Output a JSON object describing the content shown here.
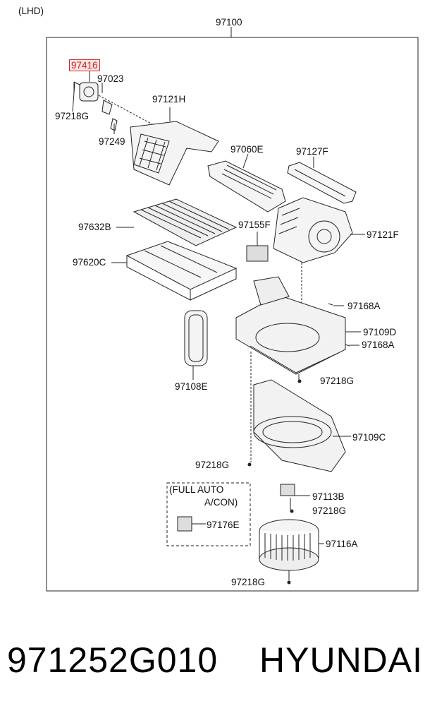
{
  "diagram": {
    "variant_tag": "(LHD)",
    "assembly_number": "97100",
    "highlighted_part": "97416",
    "part_labels": {
      "p97023": "97023",
      "p97218g_a": "97218G",
      "p97249": "97249",
      "p97121h": "97121H",
      "p97060e": "97060E",
      "p97127f": "97127F",
      "p97632b": "97632B",
      "p97155f": "97155F",
      "p97121f": "97121F",
      "p97620c": "97620C",
      "p97168a_a": "97168A",
      "p97109d": "97109D",
      "p97168a_b": "97168A",
      "p97108e": "97108E",
      "p97218g_b": "97218G",
      "p97109c": "97109C",
      "p97218g_c": "97218G",
      "p97113b": "97113B",
      "p97218g_d": "97218G",
      "p97176e": "97176E",
      "p97116a": "97116A",
      "p97218g_e": "97218G"
    },
    "option_box": {
      "line1": "(FULL AUTO",
      "line2": "A/CON)"
    }
  },
  "footer": {
    "part_number": "971252G010",
    "brand": "HYUNDAI"
  }
}
